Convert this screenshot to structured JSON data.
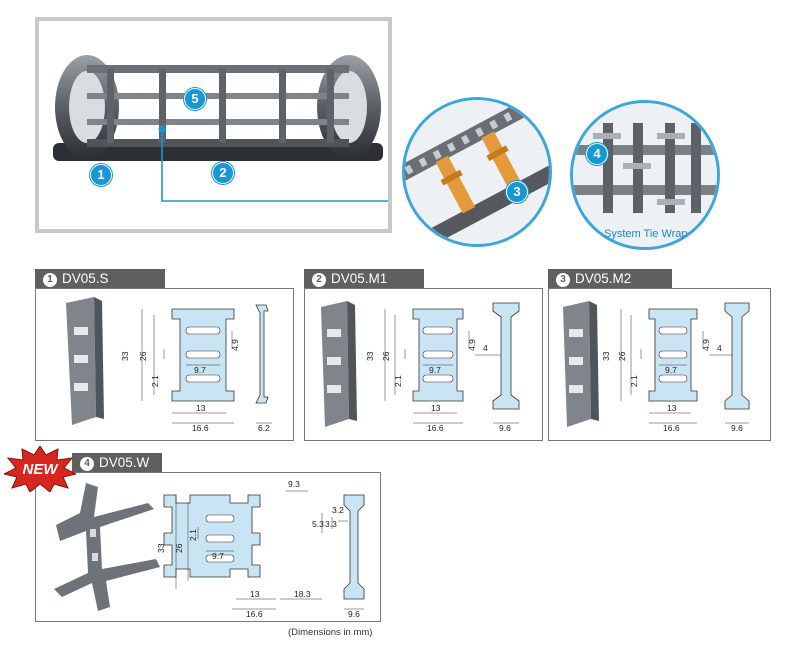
{
  "hero": {
    "badges": [
      "1",
      "2",
      "3",
      "4",
      "5"
    ],
    "wrap_caption": "System Tie Wrap"
  },
  "products": [
    {
      "num": "1",
      "name": "DV05.S",
      "dims": {
        "height": "33",
        "inner": "26",
        "gap": "2.1",
        "slot": "9.7",
        "side": "4.9",
        "width": "13",
        "outer": "16.6",
        "profile": "6.2"
      }
    },
    {
      "num": "2",
      "name": "DV05.M1",
      "dims": {
        "height": "33",
        "inner": "26",
        "gap": "2.1",
        "slot": "9.7",
        "side": "4.9",
        "offset": "4",
        "width": "13",
        "outer": "16.6",
        "profile": "9.6"
      }
    },
    {
      "num": "3",
      "name": "DV05.M2",
      "dims": {
        "height": "33",
        "inner": "26",
        "gap": "2.1",
        "slot": "9.7",
        "side": "4.9",
        "offset": "4",
        "width": "13",
        "outer": "16.6",
        "profile": "9.6"
      }
    },
    {
      "num": "4",
      "name": "DV05.W",
      "dims": {
        "height": "33",
        "inner": "26",
        "gap": "2.1",
        "slot": "9.7",
        "top": "9.3",
        "side1": "5.3",
        "side2": "3.3",
        "offset": "3.2",
        "width": "13",
        "outer": "16.6",
        "ext": "18.3",
        "profile": "9.6"
      }
    }
  ],
  "new_badge": "NEW",
  "footnote": "(Dimensions in mm)",
  "colors": {
    "accent": "#1797d6",
    "part_fill": "#c9e4f3",
    "tab": "#5f5f5f",
    "frame": "#c8c8c8"
  }
}
